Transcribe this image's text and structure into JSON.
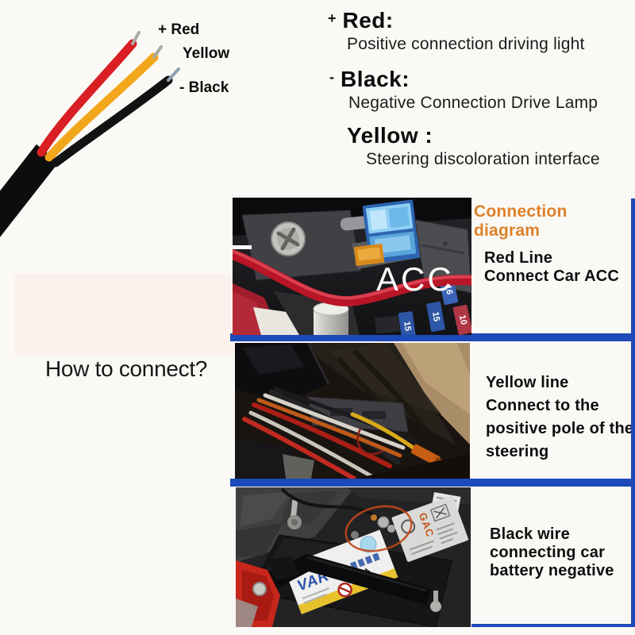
{
  "cable": {
    "labels": [
      {
        "text": "+ Red"
      },
      {
        "text": "Yellow"
      },
      {
        "text": "- Black"
      }
    ]
  },
  "legend": {
    "items": [
      {
        "sign": "+",
        "name": "Red:",
        "description": "Positive connection driving light"
      },
      {
        "sign": "-",
        "name": "Black:",
        "description": "Negative Connection Drive Lamp"
      },
      {
        "sign": "",
        "name": "Yellow :",
        "description": "Steering discoloration interface"
      }
    ]
  },
  "question": "How to connect?",
  "panel": {
    "title": "Connection diagram",
    "steps": [
      {
        "caption": "Red Line\nConnect Car ACC"
      },
      {
        "caption": "Yellow line\nConnect to the\npositive pole of the\nsteering"
      },
      {
        "caption": "Black wire\nconnecting car\nbattery negative"
      }
    ]
  },
  "photos": {
    "fuse_box": {
      "overlay": "ACC",
      "fuses": [
        "16",
        "15",
        "15",
        "10"
      ]
    },
    "battery": {
      "brand": "VARTA",
      "maker_logo": "GAC"
    }
  },
  "colors": {
    "divider_blue": "#1e49b8",
    "title_orange": "#dd8128",
    "wire_red": "#d91f24",
    "wire_yellow": "#f2a61b",
    "wire_black": "#121212"
  }
}
